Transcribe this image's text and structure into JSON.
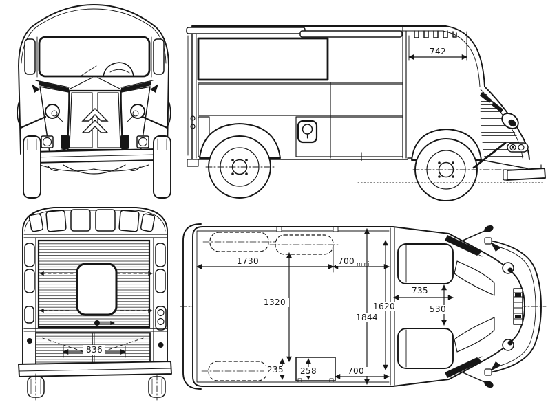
{
  "colors": {
    "ink": "#161616",
    "paper": "#ffffff"
  },
  "views": {
    "front": {
      "name": "front-view",
      "logo_icon": "citroen-double-chevron"
    },
    "side": {
      "name": "side-view",
      "dims": {
        "cab_door": "742"
      }
    },
    "rear": {
      "name": "rear-view",
      "dims": {
        "lower_hatch": "836"
      }
    },
    "plan": {
      "name": "plan-view",
      "dims": {
        "rear_to_wheelbox": "1730",
        "side_door_min_value": "700",
        "side_door_min_suffix": "mini",
        "between_wheelboxes": "1320",
        "interior_width": "1620",
        "overall_width": "1844",
        "seat_width": "735",
        "seat_gap": "530",
        "wheelbox_depth": "235",
        "step_depth": "258",
        "door_opening": "700"
      }
    }
  }
}
